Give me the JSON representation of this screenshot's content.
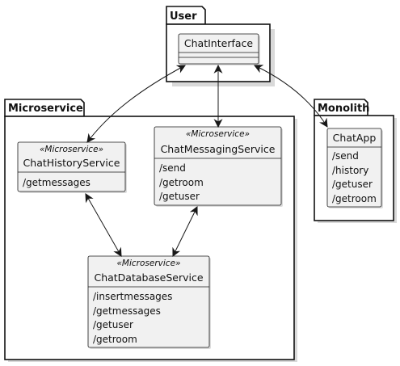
{
  "packages": {
    "user": {
      "name": "User"
    },
    "microservice": {
      "name": "Microservice"
    },
    "monolith": {
      "name": "Monolith"
    }
  },
  "classes": {
    "chat_interface": {
      "name": "ChatInterface",
      "stereotype": "",
      "members": []
    },
    "chat_history_service": {
      "name": "ChatHistoryService",
      "stereotype": "«Microservice»",
      "members": [
        "/getmessages"
      ]
    },
    "chat_messaging_service": {
      "name": "ChatMessagingService",
      "stereotype": "«Microservice»",
      "members": [
        "/send",
        "/getroom",
        "/getuser"
      ]
    },
    "chat_database_service": {
      "name": "ChatDatabaseService",
      "stereotype": "«Microservice»",
      "members": [
        "/insertmessages",
        "/getmessages",
        "/getuser",
        "/getroom"
      ]
    },
    "chat_app": {
      "name": "ChatApp",
      "stereotype": "",
      "members": [
        "/send",
        "/history",
        "/getuser",
        "/getroom"
      ]
    }
  },
  "relations": [
    {
      "from": "ChatInterface",
      "to": "ChatHistoryService",
      "arrows": "both"
    },
    {
      "from": "ChatInterface",
      "to": "ChatMessagingService",
      "arrows": "both"
    },
    {
      "from": "ChatInterface",
      "to": "ChatApp",
      "arrows": "both"
    },
    {
      "from": "ChatHistoryService",
      "to": "ChatDatabaseService",
      "arrows": "both"
    },
    {
      "from": "ChatMessagingService",
      "to": "ChatDatabaseService",
      "arrows": "both"
    }
  ]
}
